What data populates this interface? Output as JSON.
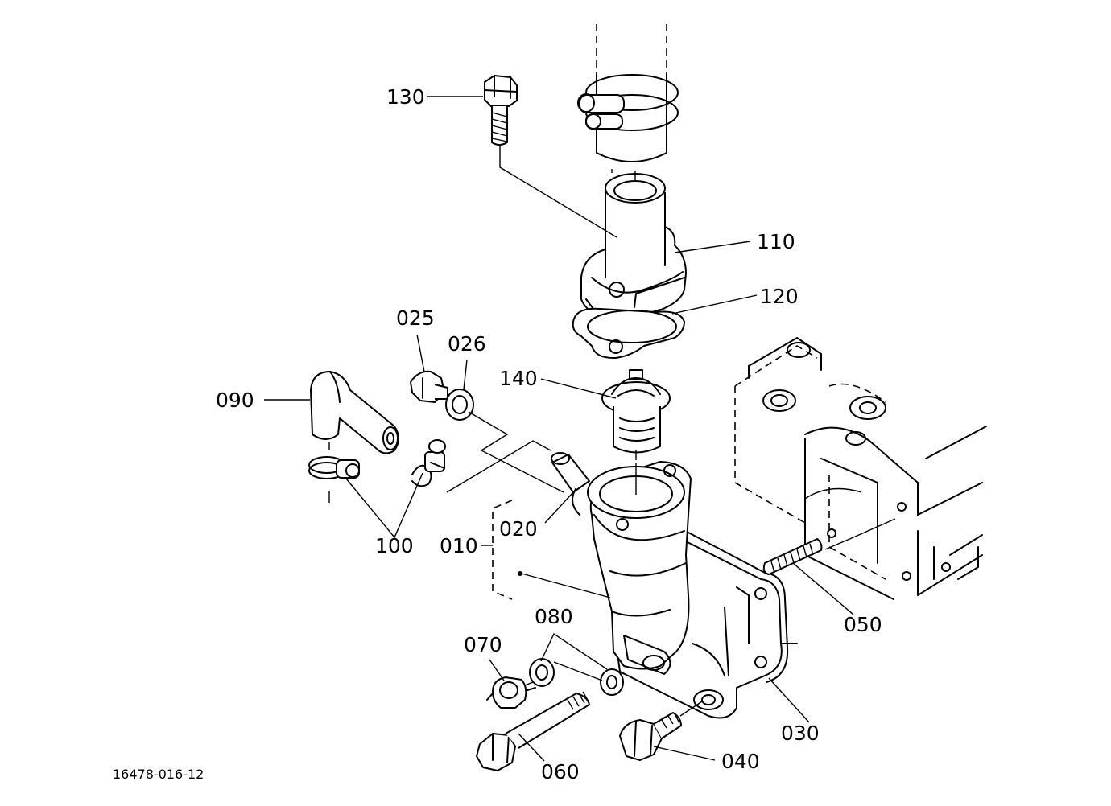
{
  "labels": {
    "p130": "130",
    "p110": "110",
    "p120": "120",
    "p025": "025",
    "p026": "026",
    "p140": "140",
    "p090": "090",
    "p020": "020",
    "p010": "010",
    "p100": "100",
    "p080": "080",
    "p070": "070",
    "p050": "050",
    "p030": "030",
    "p040": "040",
    "p060": "060"
  },
  "drawing_code": "16478-016-12"
}
